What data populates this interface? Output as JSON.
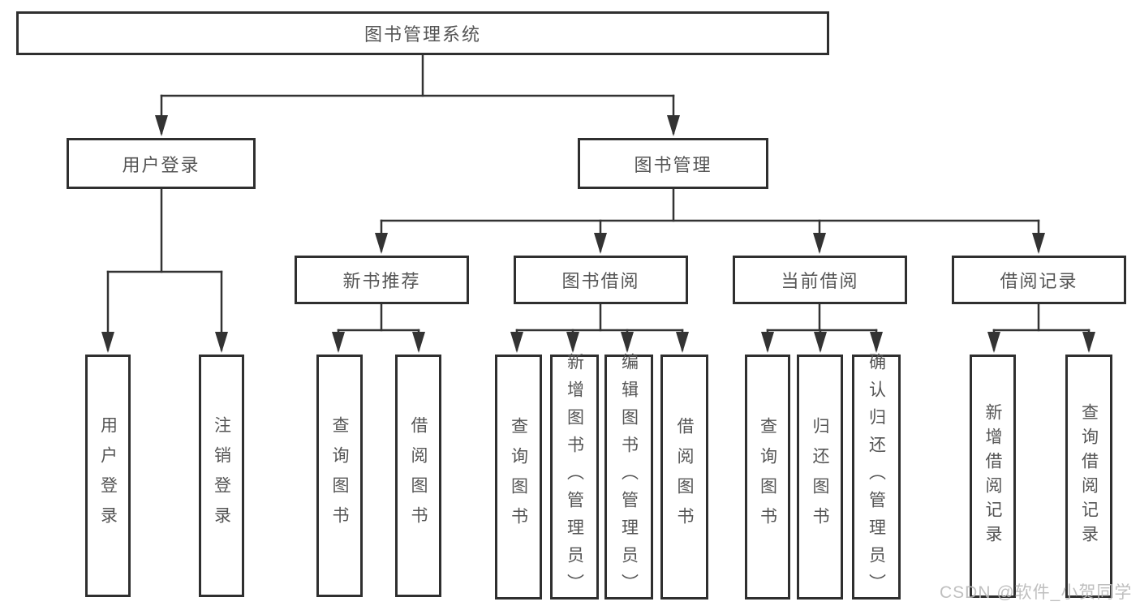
{
  "root": {
    "label": "图书管理系统"
  },
  "level1": {
    "user_login": "用户登录",
    "book_management": "图书管理"
  },
  "level2": {
    "new_books": "新书推荐",
    "book_borrow": "图书借阅",
    "current_borrow": "当前借阅",
    "borrow_records": "借阅记录"
  },
  "leaves": {
    "user_login": [
      "用户登录",
      "注销登录"
    ],
    "new_books": [
      "查询图书",
      "借阅图书"
    ],
    "book_borrow": [
      "查询图书",
      "新增图书（管理员）",
      "编辑图书（管理员）",
      "借阅图书"
    ],
    "current_borrow": [
      "查询图书",
      "归还图书",
      "确认归还（管理员）"
    ],
    "borrow_records": [
      "新增借阅记录",
      "查询借阅记录"
    ]
  },
  "watermark": "CSDN @软件_小贺同学",
  "colors": {
    "line": "#333333",
    "box_border": "#2f2f2f",
    "text": "#555555",
    "watermark": "#b9b9b9"
  }
}
